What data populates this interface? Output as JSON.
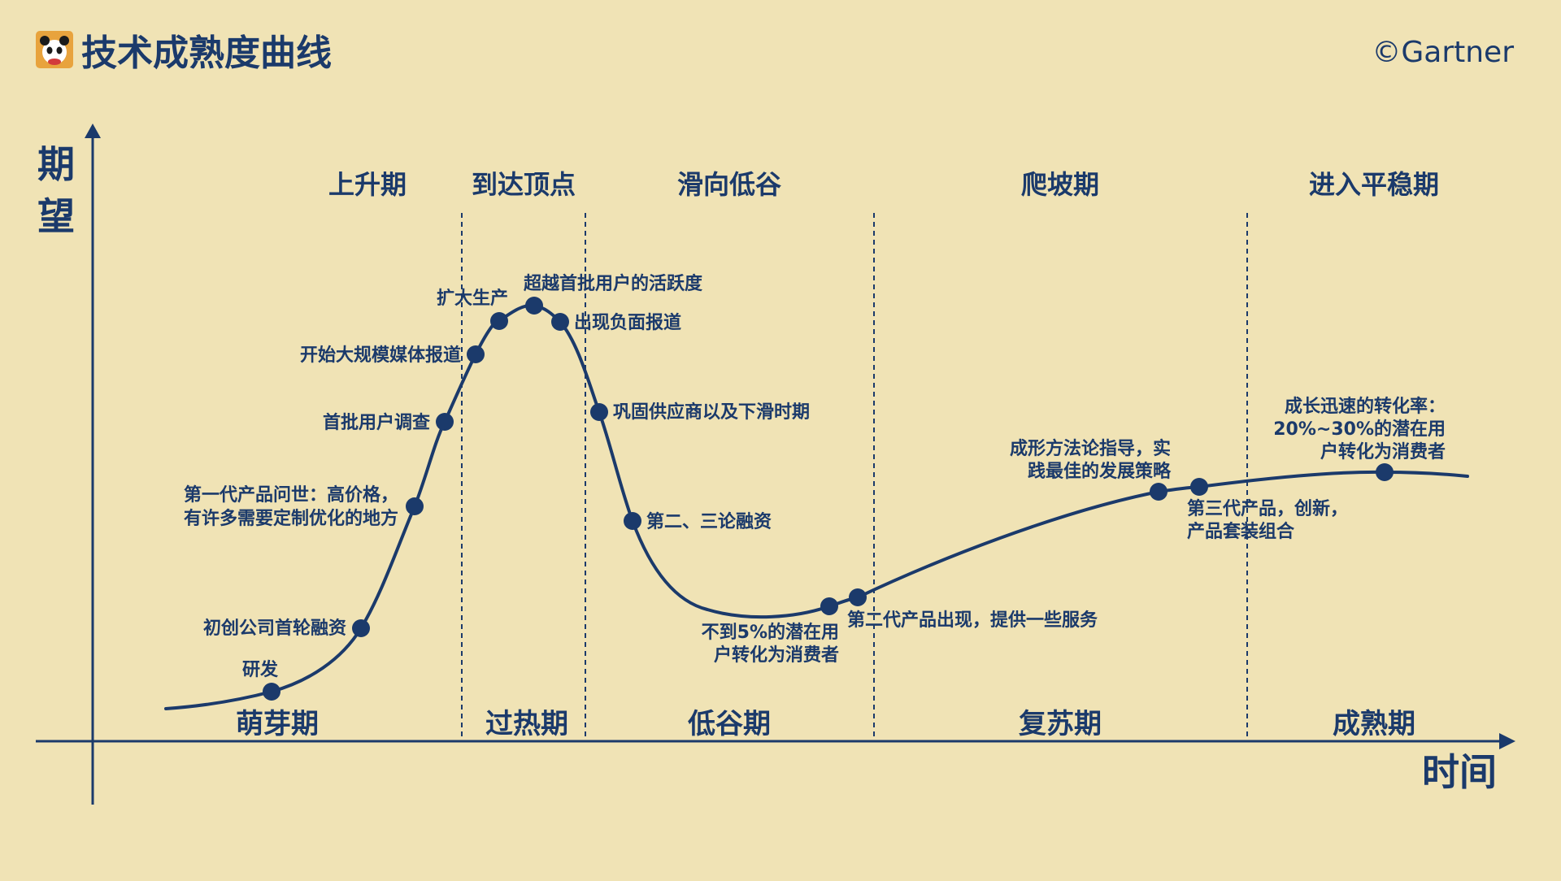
{
  "header": {
    "title": "技术成熟度曲线",
    "copyright": "©Gartner",
    "logo_icon": "panda-icon"
  },
  "axes": {
    "y_label_line1": "期",
    "y_label_line2": "望",
    "x_label": "时间"
  },
  "phases_top": [
    "上升期",
    "到达顶点",
    "滑向低谷",
    "爬坡期",
    "进入平稳期"
  ],
  "phases_bottom": [
    "萌芽期",
    "过热期",
    "低谷期",
    "复苏期",
    "成熟期"
  ],
  "milestones": [
    {
      "lines": [
        "研发"
      ]
    },
    {
      "lines": [
        "初创公司首轮融资"
      ]
    },
    {
      "lines": [
        "第一代产品问世：高价格，",
        "有许多需要定制优化的地方"
      ]
    },
    {
      "lines": [
        "首批用户调查"
      ]
    },
    {
      "lines": [
        "开始大规模媒体报道"
      ]
    },
    {
      "lines": [
        "扩大生产"
      ]
    },
    {
      "lines": [
        "超越首批用户的活跃度"
      ]
    },
    {
      "lines": [
        "出现负面报道"
      ]
    },
    {
      "lines": [
        "巩固供应商以及下滑时期"
      ]
    },
    {
      "lines": [
        "第二、三论融资"
      ]
    },
    {
      "lines": [
        "不到5%的潜在用",
        "户转化为消费者"
      ]
    },
    {
      "lines": [
        "第二代产品出现，提供一些服务"
      ]
    },
    {
      "lines": [
        "成形方法论指导，实",
        "践最佳的发展策略"
      ]
    },
    {
      "lines": [
        "第三代产品，创新，",
        "产品套装组合"
      ]
    },
    {
      "lines": [
        "成长迅速的转化率：",
        "20%~30%的潜在用",
        "户转化为消费者"
      ]
    }
  ],
  "colors": {
    "background": "#F0E3B5",
    "primary": "#1B3A6B",
    "logo_bg": "#E8A33D"
  }
}
